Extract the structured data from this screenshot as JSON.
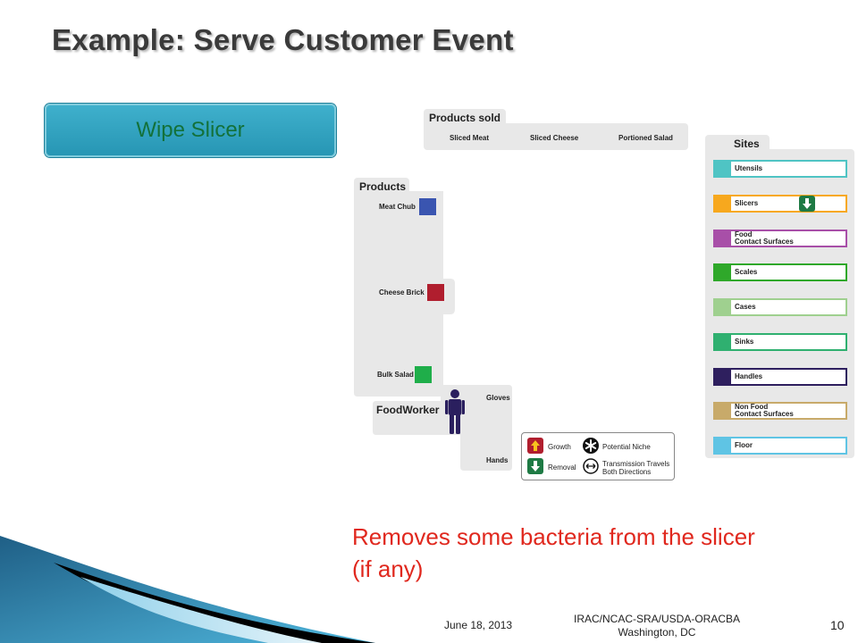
{
  "slide": {
    "title": "Example: Serve Customer Event",
    "step_label": "Wipe Slicer",
    "note": "Removes some bacteria from the slicer (if any)",
    "footer": {
      "date": "June 18, 2013",
      "org_line1": "IRAC/NCAC-SRA/USDA-ORACBA",
      "org_line2": "Washington, DC",
      "page": "10"
    }
  },
  "diagram": {
    "products_sold": {
      "heading": "Products sold",
      "items": [
        "Sliced Meat",
        "Sliced Cheese",
        "Portioned Salad"
      ]
    },
    "products": {
      "heading": "Products",
      "items": [
        {
          "label": "Meat Chub",
          "color": "#3a55b0"
        },
        {
          "label": "Cheese Brick",
          "color": "#b01e2e"
        },
        {
          "label": "Bulk Salad",
          "color": "#1fae4a"
        }
      ]
    },
    "foodworker": {
      "heading": "FoodWorker",
      "gloves": "Gloves",
      "hands": "Hands",
      "color": "#2a1f5e"
    },
    "sites": {
      "heading": "Sites",
      "items": [
        {
          "line1": "Utensils",
          "line2": "",
          "color": "#4fc4c4"
        },
        {
          "line1": "Slicers",
          "line2": "",
          "color": "#f7a81e",
          "marker": "removal-icon"
        },
        {
          "line1": "Food",
          "line2": "Contact Surfaces",
          "color": "#a84fa8"
        },
        {
          "line1": "Scales",
          "line2": "",
          "color": "#2fa82a"
        },
        {
          "line1": "Cases",
          "line2": "",
          "color": "#9fd08f"
        },
        {
          "line1": "Sinks",
          "line2": "",
          "color": "#2fb070"
        },
        {
          "line1": "Handles",
          "line2": "",
          "color": "#2e1f5e"
        },
        {
          "line1": "Non Food",
          "line2": "Contact Surfaces",
          "color": "#c8aa6a"
        },
        {
          "line1": "Floor",
          "line2": "",
          "color": "#5fc4e4"
        }
      ]
    },
    "legend": {
      "growth": "Growth",
      "removal": "Removal",
      "niche": "Potential Niche",
      "transmission_line1": "Transmission Travels",
      "transmission_line2": "Both Directions",
      "growth_color": "#b01e2e",
      "removal_color": "#1e7a44"
    }
  }
}
